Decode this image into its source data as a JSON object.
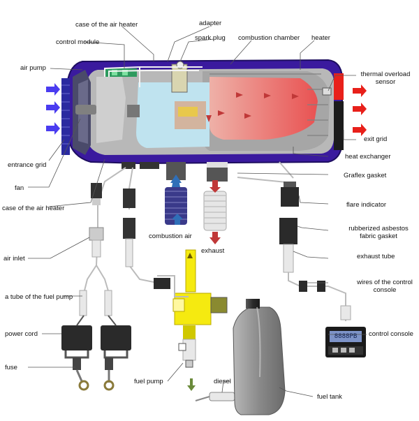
{
  "labels": {
    "case_top": "case of the air heater",
    "adapter": "adapter",
    "spark_plug": "spark plug",
    "combustion_chamber": "combustion chamber",
    "heater": "heater",
    "control_module": "control module",
    "air_pump": "air pump",
    "thermal_overload_1": "thermal overload",
    "thermal_overload_2": "sensor",
    "exit_grid": "exit grid",
    "heat_exchanger": "heat exchanger",
    "entrance_grid": "entrance grid",
    "graflex_gasket": "Graflex gasket",
    "fan": "fan",
    "flare_indicator": "flare indicator",
    "case_bottom": "case of the air heater",
    "rubberized_1": "rubberized asbestos",
    "rubberized_2": "fabric gasket",
    "combustion_air": "combustion air",
    "exhaust": "exhaust",
    "air_inlet": "air inlet",
    "exhaust_tube": "exhaust tube",
    "wires_1": "wires of the control",
    "wires_2": "console",
    "fuel_pump_tube": "a tube of the fuel pump",
    "power_cord": "power cord",
    "control_console": "control console",
    "fuse": "fuse",
    "fuel_pump": "fuel pump",
    "diesel": "diesel",
    "fuel_tank": "fuel tank"
  },
  "console_display": "8888PB",
  "colors": {
    "case_purple": "#3a1a9e",
    "inlet_arrow": "#4a3cf0",
    "exit_arrow": "#e8201a",
    "hot_red": "#f0605a",
    "gray_metal": "#9a9a9a",
    "dark_metal": "#3a3a3a",
    "fuel_pump_yellow": "#f5ea10",
    "fuel_tank_gray": "#8a8a8a",
    "console_screen": "#7d93c8",
    "exhaust_arrow": "#c03838",
    "combustion_air_arrow": "#2f6fb8"
  }
}
